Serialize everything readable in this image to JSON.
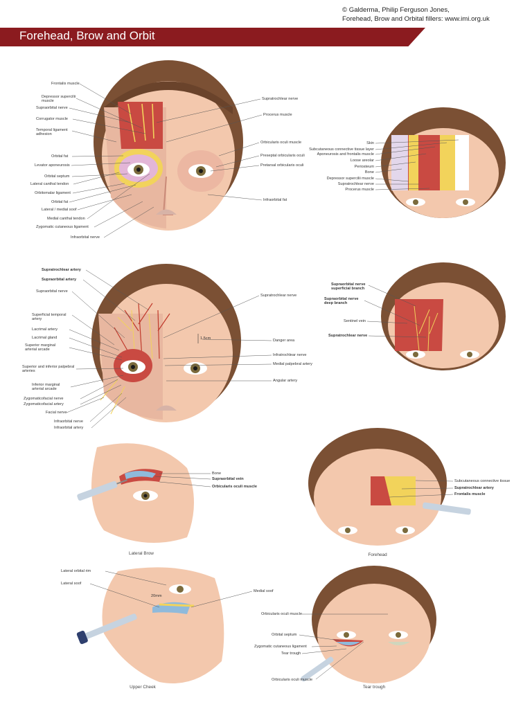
{
  "header": {
    "copyright_line1": "© Galderma, Philip Ferguson Jones,",
    "copyright_line2": "Forehead, Brow and Orbital fillers: www.imi.org.uk",
    "title": "Forehead, Brow and Orbit"
  },
  "colors": {
    "banner": "#8b1b1f",
    "muscle": "#c94a42",
    "nerve": "#f2d35b",
    "artery": "#c0392b",
    "skin": "#f3c8ad",
    "hair": "#7b5034"
  },
  "panel1": {
    "left_labels": [
      "Frontalis muscle",
      "Depressor supercilii muscle",
      "Supraorbital nerve",
      "Corrugator muscle",
      "Temporal ligament adhesion",
      "Orbital fat",
      "Levator aponeurosis",
      "Orbital septum",
      "Lateral canthal tendon",
      "Orbitomalar ligament",
      "Orbital fat",
      "Lateral / medial soof",
      "Medial canthal tendon",
      "Zygomatic cutaneous ligament",
      "Infraorbital nerve"
    ],
    "right_labels": [
      "Supratrochlear nerve",
      "Procerus muscle",
      "Orbicularis oculi muscle",
      "Preseptal orbicularis oculi",
      "Pretarsal orbicularis oculi",
      "Infraorbital fat"
    ]
  },
  "panel2": {
    "labels": [
      "Skin",
      "Subcutaneous connective tissue layer",
      "Aponeurosis and frontalis muscle",
      "Loose areolar",
      "Periosteum",
      "Bone",
      "Depressor supercilii muscle",
      "Supratrochlear nerve",
      "Procerus muscle"
    ]
  },
  "panel3": {
    "left_labels": [
      "Supratrochlear artery",
      "Supraorbital artery",
      "Supraorbital nerve",
      "Superficial temporal artery",
      "Lacrimal artery",
      "Lacrimal gland",
      "Superior marginal arterial arcade",
      "Superior and inferior palpebral arteries",
      "Inferior marginal arterial arcade",
      "Zygomaticofacial nerve",
      "Zygomaticofacial artery",
      "Facial nerve",
      "Infraorbital nerve",
      "Infraorbital artery"
    ],
    "right_labels": [
      "Supratrochlear nerve",
      "Danger area",
      "Infratrochlear nerve",
      "Medial palpebral artery",
      "Angular artery"
    ],
    "measure": "1.5cm"
  },
  "panel4": {
    "labels": [
      "Supraorbital nerve superficial branch",
      "Supraorbital nerve deep branch",
      "Sentinel vein",
      "Supratrochlear nerve"
    ]
  },
  "panel5": {
    "labels": [
      "Bone",
      "Supraorbital vein",
      "Orbicularis oculi muscle"
    ],
    "caption": "Lateral Brow"
  },
  "panel6": {
    "labels": [
      "Subcutaneous connective tissue",
      "Supratrochlear artery",
      "Frontalis muscle"
    ],
    "caption": "Forehead"
  },
  "panel7": {
    "labels": [
      "Lateral orbital rim",
      "Lateral soof",
      "Medial soof"
    ],
    "measure": "20mm",
    "caption": "Upper Cheek"
  },
  "panel8": {
    "labels": [
      "Orbicularis oculi muscle",
      "Orbital septum",
      "Zygomatic cutaneous ligament",
      "Tear trough",
      "Orbicularis oculi muscle"
    ],
    "caption": "Tear trough"
  }
}
